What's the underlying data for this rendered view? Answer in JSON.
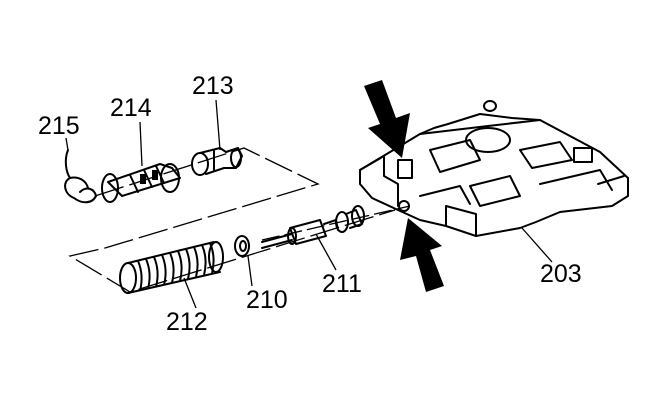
{
  "callouts": {
    "c203": "203",
    "c210": "210",
    "c211": "211",
    "c212": "212",
    "c213": "213",
    "c214": "214",
    "c215": "215"
  },
  "colors": {
    "line": "#000000",
    "background": "#ffffff"
  }
}
